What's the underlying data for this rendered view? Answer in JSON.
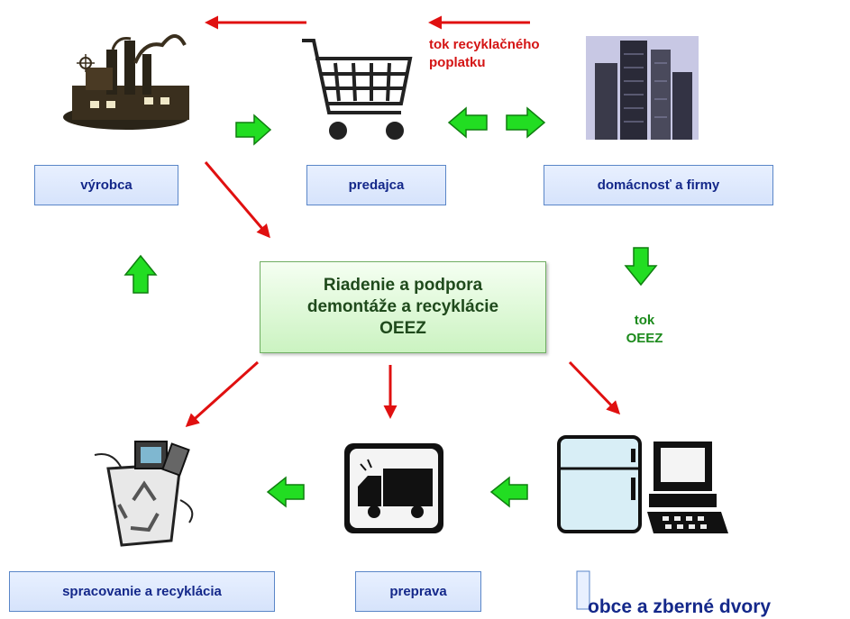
{
  "center": {
    "lines": [
      "Riadenie a podpora",
      "demontáže a recyklácie",
      "OEEZ"
    ]
  },
  "nodes": {
    "vyrobca": "výrobca",
    "predajca": "predajca",
    "domacnost": "domácnosť a firmy",
    "spracovanie": "spracovanie a recyklácia",
    "preprava": "preprava",
    "obce": "obce a zberné dvory"
  },
  "labels": {
    "fee_flow": [
      "tok recyklačného",
      "poplatku"
    ],
    "weee_flow": [
      "tok",
      "OEEZ"
    ]
  },
  "icons": {
    "factory": "factory-icon",
    "cart": "shopping-cart-icon",
    "buildings": "office-buildings-icon",
    "recycle_bin": "recycle-bin-icon",
    "truck": "truck-icon",
    "appliances": "fridge-computer-icon"
  },
  "colors": {
    "box_fill": "#d6e3fb",
    "box_border": "#5a86c8",
    "box_text": "#14288a",
    "center_fill": "#cbf3c1",
    "red_arrow": "#e01010",
    "green_arrow": "#22dd22"
  }
}
